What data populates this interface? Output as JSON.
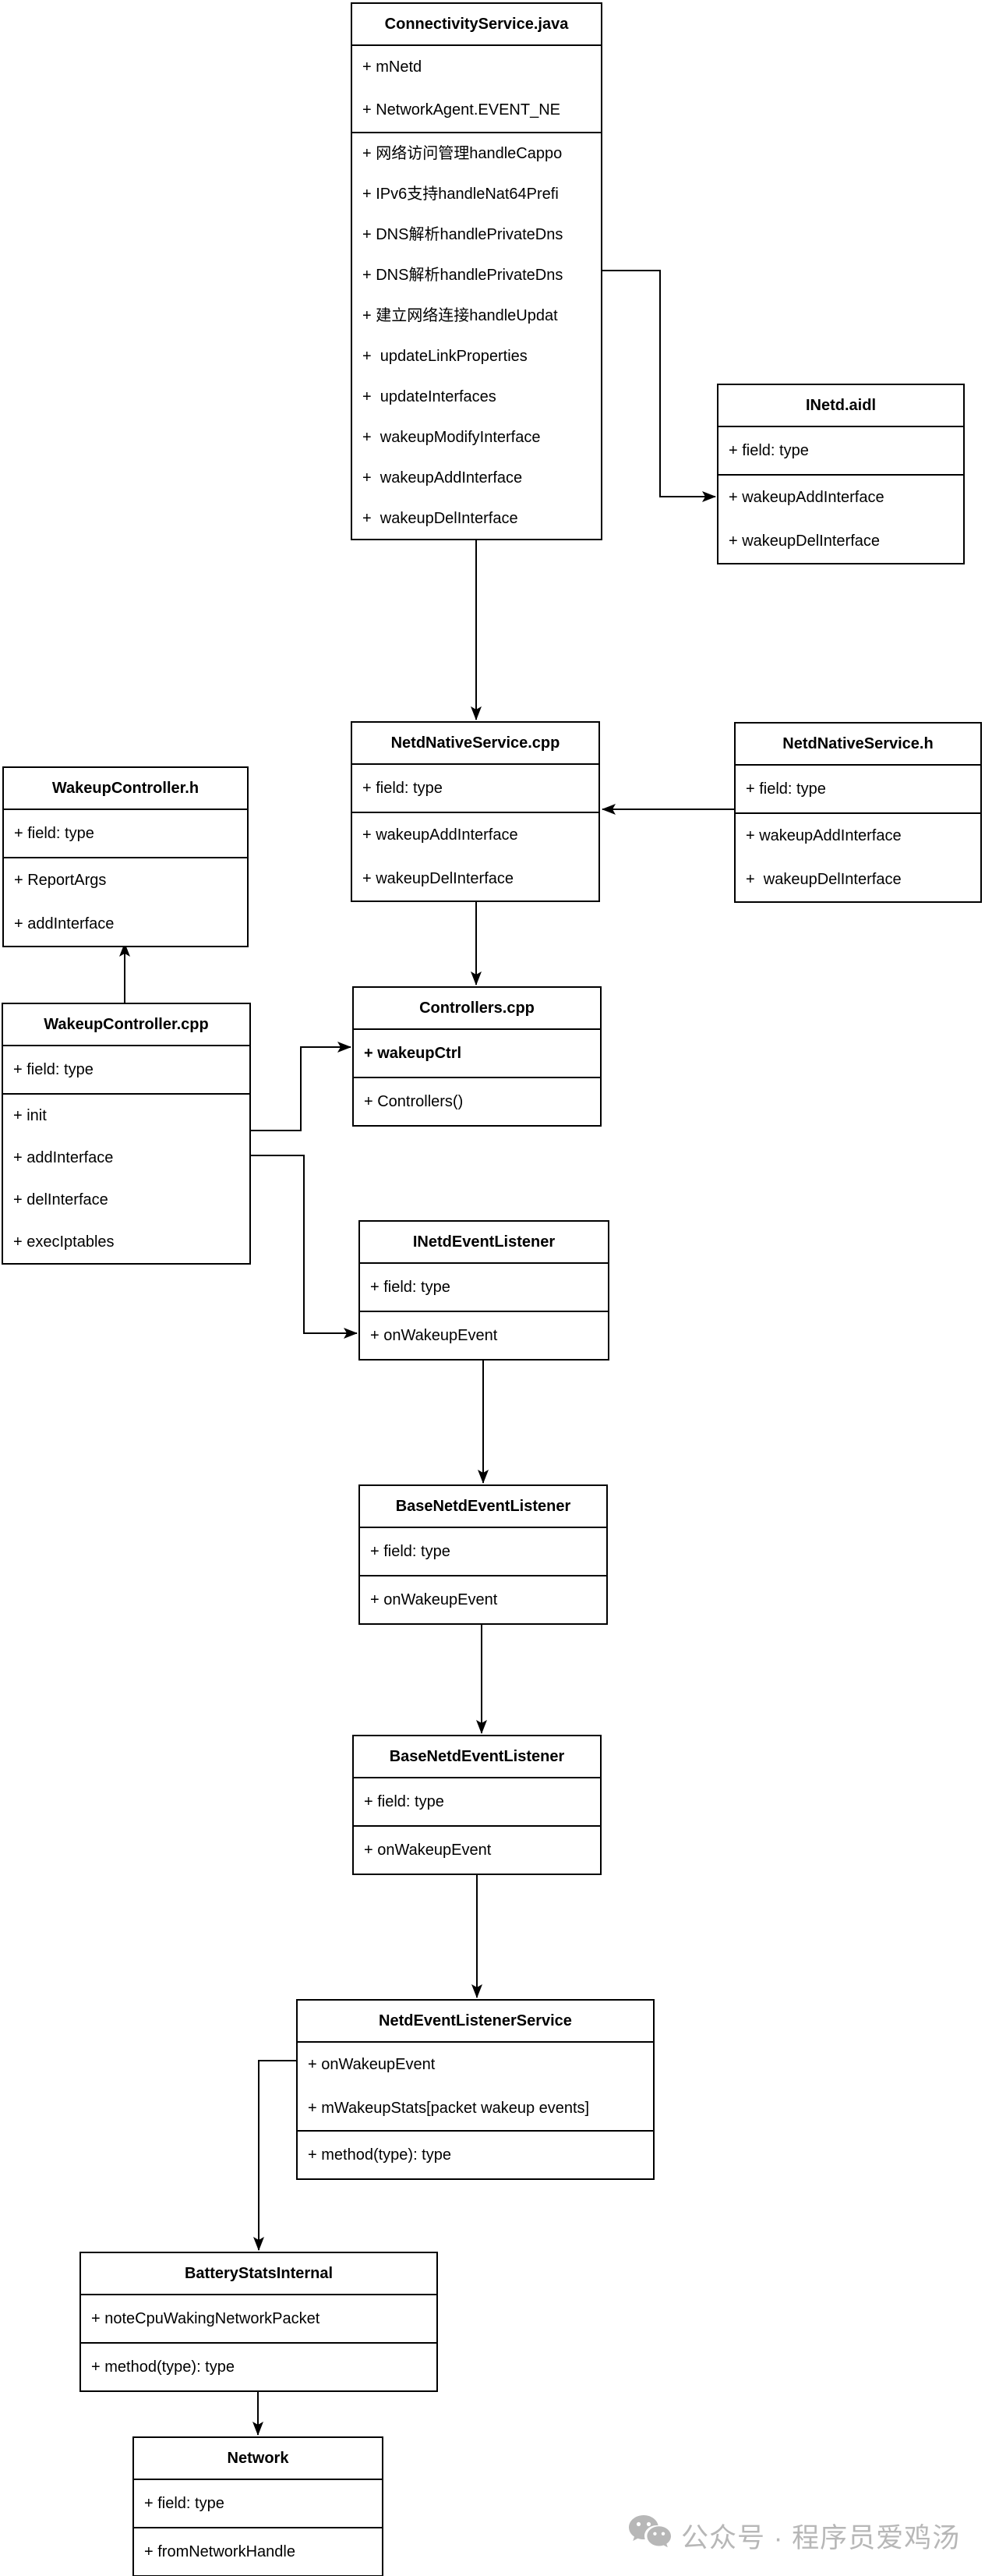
{
  "colors": {
    "line": "#000000",
    "background": "#ffffff",
    "watermark": "#b7b7b7"
  },
  "watermark": {
    "icon": "wechat-icon",
    "text": "公众号 · 程序员爱鸡汤"
  },
  "boxes": {
    "connectivity_service": {
      "title": "ConnectivityService.java",
      "fields": [
        "+ mNetd",
        "+ NetworkAgent.EVENT_NE"
      ],
      "methods": [
        "+ 网络访问管理handleCappo",
        "+ IPv6支持handleNat64Prefi",
        "+ DNS解析handlePrivateDns",
        "+ DNS解析handlePrivateDns",
        "+ 建立网络连接handleUpdat",
        "+  updateLinkProperties",
        "+  updateInterfaces",
        "+  wakeupModifyInterface",
        "+  wakeupAddInterface",
        "+  wakeupDelInterface"
      ]
    },
    "inetd_aidl": {
      "title": "INetd.aidl",
      "fields": [
        "+ field: type"
      ],
      "methods": [
        "+ wakeupAddInterface",
        "+ wakeupDelInterface"
      ]
    },
    "netd_native_service_cpp": {
      "title": "NetdNativeService.cpp",
      "fields": [
        "+ field: type"
      ],
      "methods": [
        "+ wakeupAddInterface",
        "+ wakeupDelInterface"
      ]
    },
    "netd_native_service_h": {
      "title": "NetdNativeService.h",
      "fields": [
        "+ field: type"
      ],
      "methods": [
        "+ wakeupAddInterface",
        "+  wakeupDelInterface"
      ]
    },
    "wakeup_controller_h": {
      "title": "WakeupController.h",
      "fields": [
        "+ field: type"
      ],
      "methods": [
        "+ ReportArgs",
        "+ addInterface"
      ]
    },
    "wakeup_controller_cpp": {
      "title": "WakeupController.cpp",
      "fields": [
        "+ field: type"
      ],
      "methods": [
        "+ init",
        "+ addInterface",
        "+ delInterface",
        "+ execIptables"
      ]
    },
    "controllers_cpp": {
      "title": "Controllers.cpp",
      "fields": [
        "+ wakeupCtrl"
      ],
      "methods": [
        "+ Controllers()"
      ]
    },
    "inetd_event_listener": {
      "title": "INetdEventListener",
      "fields": [
        "+ field: type"
      ],
      "methods": [
        "+ onWakeupEvent"
      ]
    },
    "base_netd_event_listener_1": {
      "title": "BaseNetdEventListener",
      "fields": [
        "+ field: type"
      ],
      "methods": [
        "+ onWakeupEvent"
      ]
    },
    "base_netd_event_listener_2": {
      "title": "BaseNetdEventListener",
      "fields": [
        "+ field: type"
      ],
      "methods": [
        "+ onWakeupEvent"
      ]
    },
    "netd_event_listener_service": {
      "title": "NetdEventListenerService",
      "fields": [
        "+ onWakeupEvent",
        "+ mWakeupStats[packet wakeup events]"
      ],
      "methods": [
        "+ method(type): type"
      ]
    },
    "battery_stats_internal": {
      "title": "BatteryStatsInternal",
      "fields": [
        "+ noteCpuWakingNetworkPacket"
      ],
      "methods": [
        "+ method(type): type"
      ]
    },
    "network": {
      "title": "Network",
      "fields": [
        "+ field: type"
      ],
      "methods": [
        "+ fromNetworkHandle"
      ]
    }
  },
  "connections": [
    {
      "from": "ConnectivityService.java",
      "to": "INetd.aidl"
    },
    {
      "from": "ConnectivityService.java",
      "to": "NetdNativeService.cpp"
    },
    {
      "from": "NetdNativeService.h",
      "to": "NetdNativeService.cpp"
    },
    {
      "from": "NetdNativeService.cpp",
      "to": "Controllers.cpp"
    },
    {
      "from": "WakeupController.cpp",
      "to": "WakeupController.h"
    },
    {
      "from": "WakeupController.cpp",
      "to": "Controllers.cpp"
    },
    {
      "from": "WakeupController.cpp",
      "to": "INetdEventListener"
    },
    {
      "from": "INetdEventListener",
      "to": "BaseNetdEventListener"
    },
    {
      "from": "BaseNetdEventListener",
      "to": "BaseNetdEventListener"
    },
    {
      "from": "BaseNetdEventListener",
      "to": "NetdEventListenerService"
    },
    {
      "from": "NetdEventListenerService",
      "to": "BatteryStatsInternal"
    },
    {
      "from": "BatteryStatsInternal",
      "to": "Network"
    }
  ]
}
